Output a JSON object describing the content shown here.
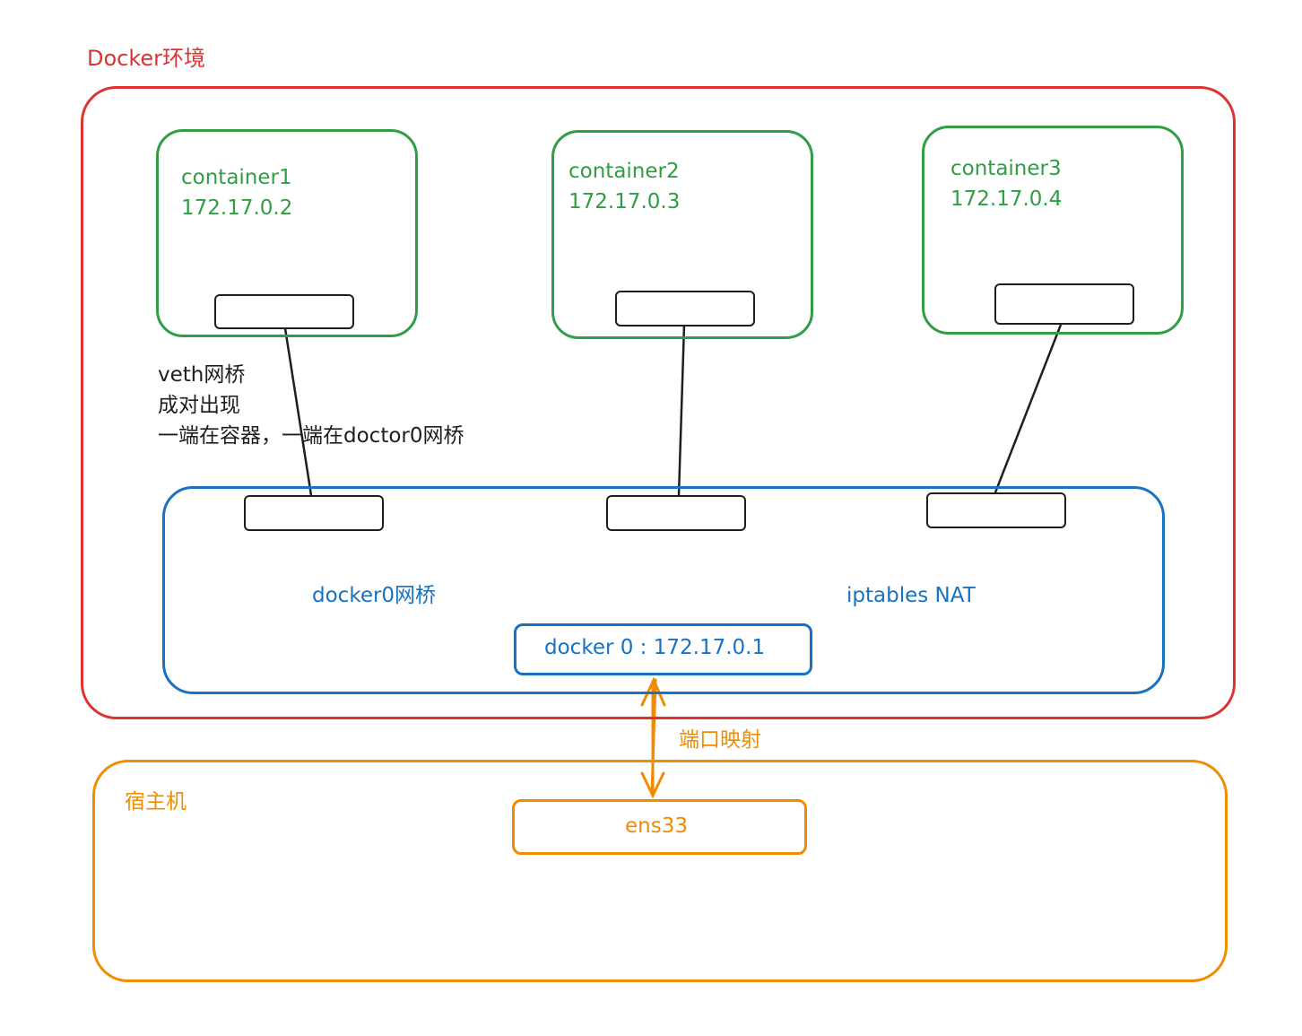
{
  "docker_env": {
    "label": "Docker环境"
  },
  "containers": [
    {
      "name": "container1",
      "ip": "172.17.0.2"
    },
    {
      "name": "container2",
      "ip": "172.17.0.3"
    },
    {
      "name": "container3",
      "ip": "172.17.0.4"
    }
  ],
  "veth_note": {
    "line1": "veth网桥",
    "line2": "成对出现",
    "line3": "一端在容器，一端在doctor0网桥"
  },
  "bridge": {
    "label": "docker0网桥",
    "nat_label": "iptables NAT",
    "interface_label": "docker 0 : 172.17.0.1"
  },
  "port_mapping": {
    "label": "端口映射"
  },
  "host": {
    "label": "宿主机",
    "interface_label": "ens33"
  },
  "colors": {
    "docker_env": "#e03131",
    "container": "#2f9e44",
    "bridge": "#1971c2",
    "host": "#f08c00",
    "veth": "#1e1e1e"
  }
}
